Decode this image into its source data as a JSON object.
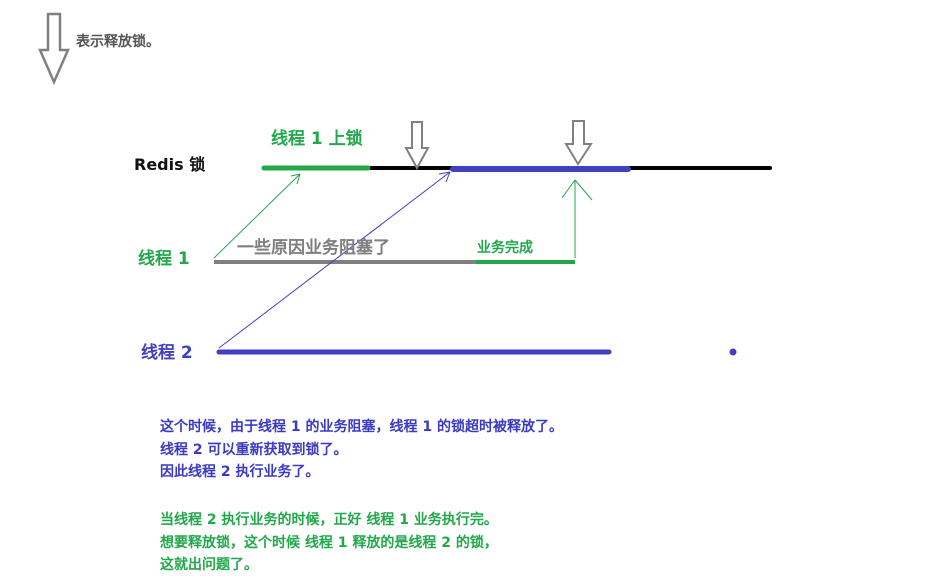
{
  "legend": {
    "icon": "down-arrow-icon",
    "text": "表示释放锁。"
  },
  "timeline": {
    "redis_label": "Redis 锁",
    "thread1_lock_label": "线程 1 上锁"
  },
  "thread1": {
    "label": "线程 1",
    "blocked_label": "一些原因业务阻塞了",
    "done_label": "业务完成"
  },
  "thread2": {
    "label": "线程 2"
  },
  "explanation": {
    "blue_lines": [
      "这个时候，由于线程 1 的业务阻塞，线程 1 的锁超时被释放了。",
      "线程 2 可以重新获取到锁了。",
      "因此线程 2 执行业务了。"
    ],
    "green_lines": [
      "当线程 2 执行业务的时候，正好 线程 1 业务执行完。",
      "想要释放锁，这个时候 线程 1 释放的是线程 2 的锁，",
      "这就出问题了。"
    ]
  },
  "colors": {
    "green": "#22a84a",
    "blue": "#4040c0",
    "gray": "#7f7f7f",
    "black": "#000000"
  }
}
